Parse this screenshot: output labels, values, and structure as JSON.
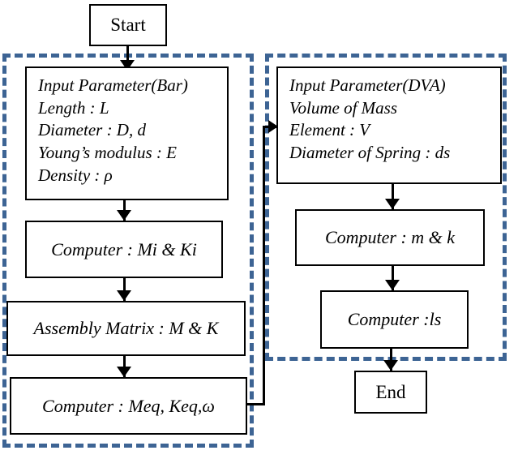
{
  "diagram": {
    "title": "Flowchart: Bar and DVA computation procedure",
    "accent_color": "#3d6494",
    "line_color": "#000000",
    "background": "#ffffff",
    "groups": [
      {
        "id": "bar-group",
        "label": ""
      },
      {
        "id": "dva-group",
        "label": ""
      }
    ],
    "nodes": {
      "start": {
        "label": "Start",
        "shape": "terminator"
      },
      "input_bar": {
        "shape": "process",
        "lines": [
          "Input Parameter(Bar)",
          "Length : L",
          "Diameter : D, d",
          "Young’s modulus : E",
          "Density : ρ"
        ]
      },
      "compute_mi_ki": {
        "label": "Computer : Mi & Ki",
        "shape": "process"
      },
      "assembly_matrix": {
        "label": "Assembly Matrix : M & K",
        "shape": "process"
      },
      "compute_meq": {
        "label": "Computer : Meq, Keq,ω",
        "shape": "process"
      },
      "input_dva": {
        "shape": "process",
        "lines": [
          "Input Parameter(DVA)",
          "Volume of Mass",
          "Element : V",
          "Diameter of Spring : ds"
        ]
      },
      "compute_m_k": {
        "label": "Computer : m & k",
        "shape": "process"
      },
      "compute_ls": {
        "label": "Computer :ls",
        "shape": "process"
      },
      "end": {
        "label": "End",
        "shape": "terminator"
      }
    },
    "edges": [
      {
        "from": "start",
        "to": "input_bar",
        "type": "arrow-down"
      },
      {
        "from": "input_bar",
        "to": "compute_mi_ki",
        "type": "arrow-down"
      },
      {
        "from": "compute_mi_ki",
        "to": "assembly_matrix",
        "type": "arrow-down"
      },
      {
        "from": "assembly_matrix",
        "to": "compute_meq",
        "type": "arrow-down"
      },
      {
        "from": "compute_meq",
        "to": "input_dva",
        "type": "elbow-right-up-arrow"
      },
      {
        "from": "input_dva",
        "to": "compute_m_k",
        "type": "arrow-down"
      },
      {
        "from": "compute_m_k",
        "to": "compute_ls",
        "type": "arrow-down"
      },
      {
        "from": "compute_ls",
        "to": "end",
        "type": "arrow-down"
      }
    ]
  }
}
